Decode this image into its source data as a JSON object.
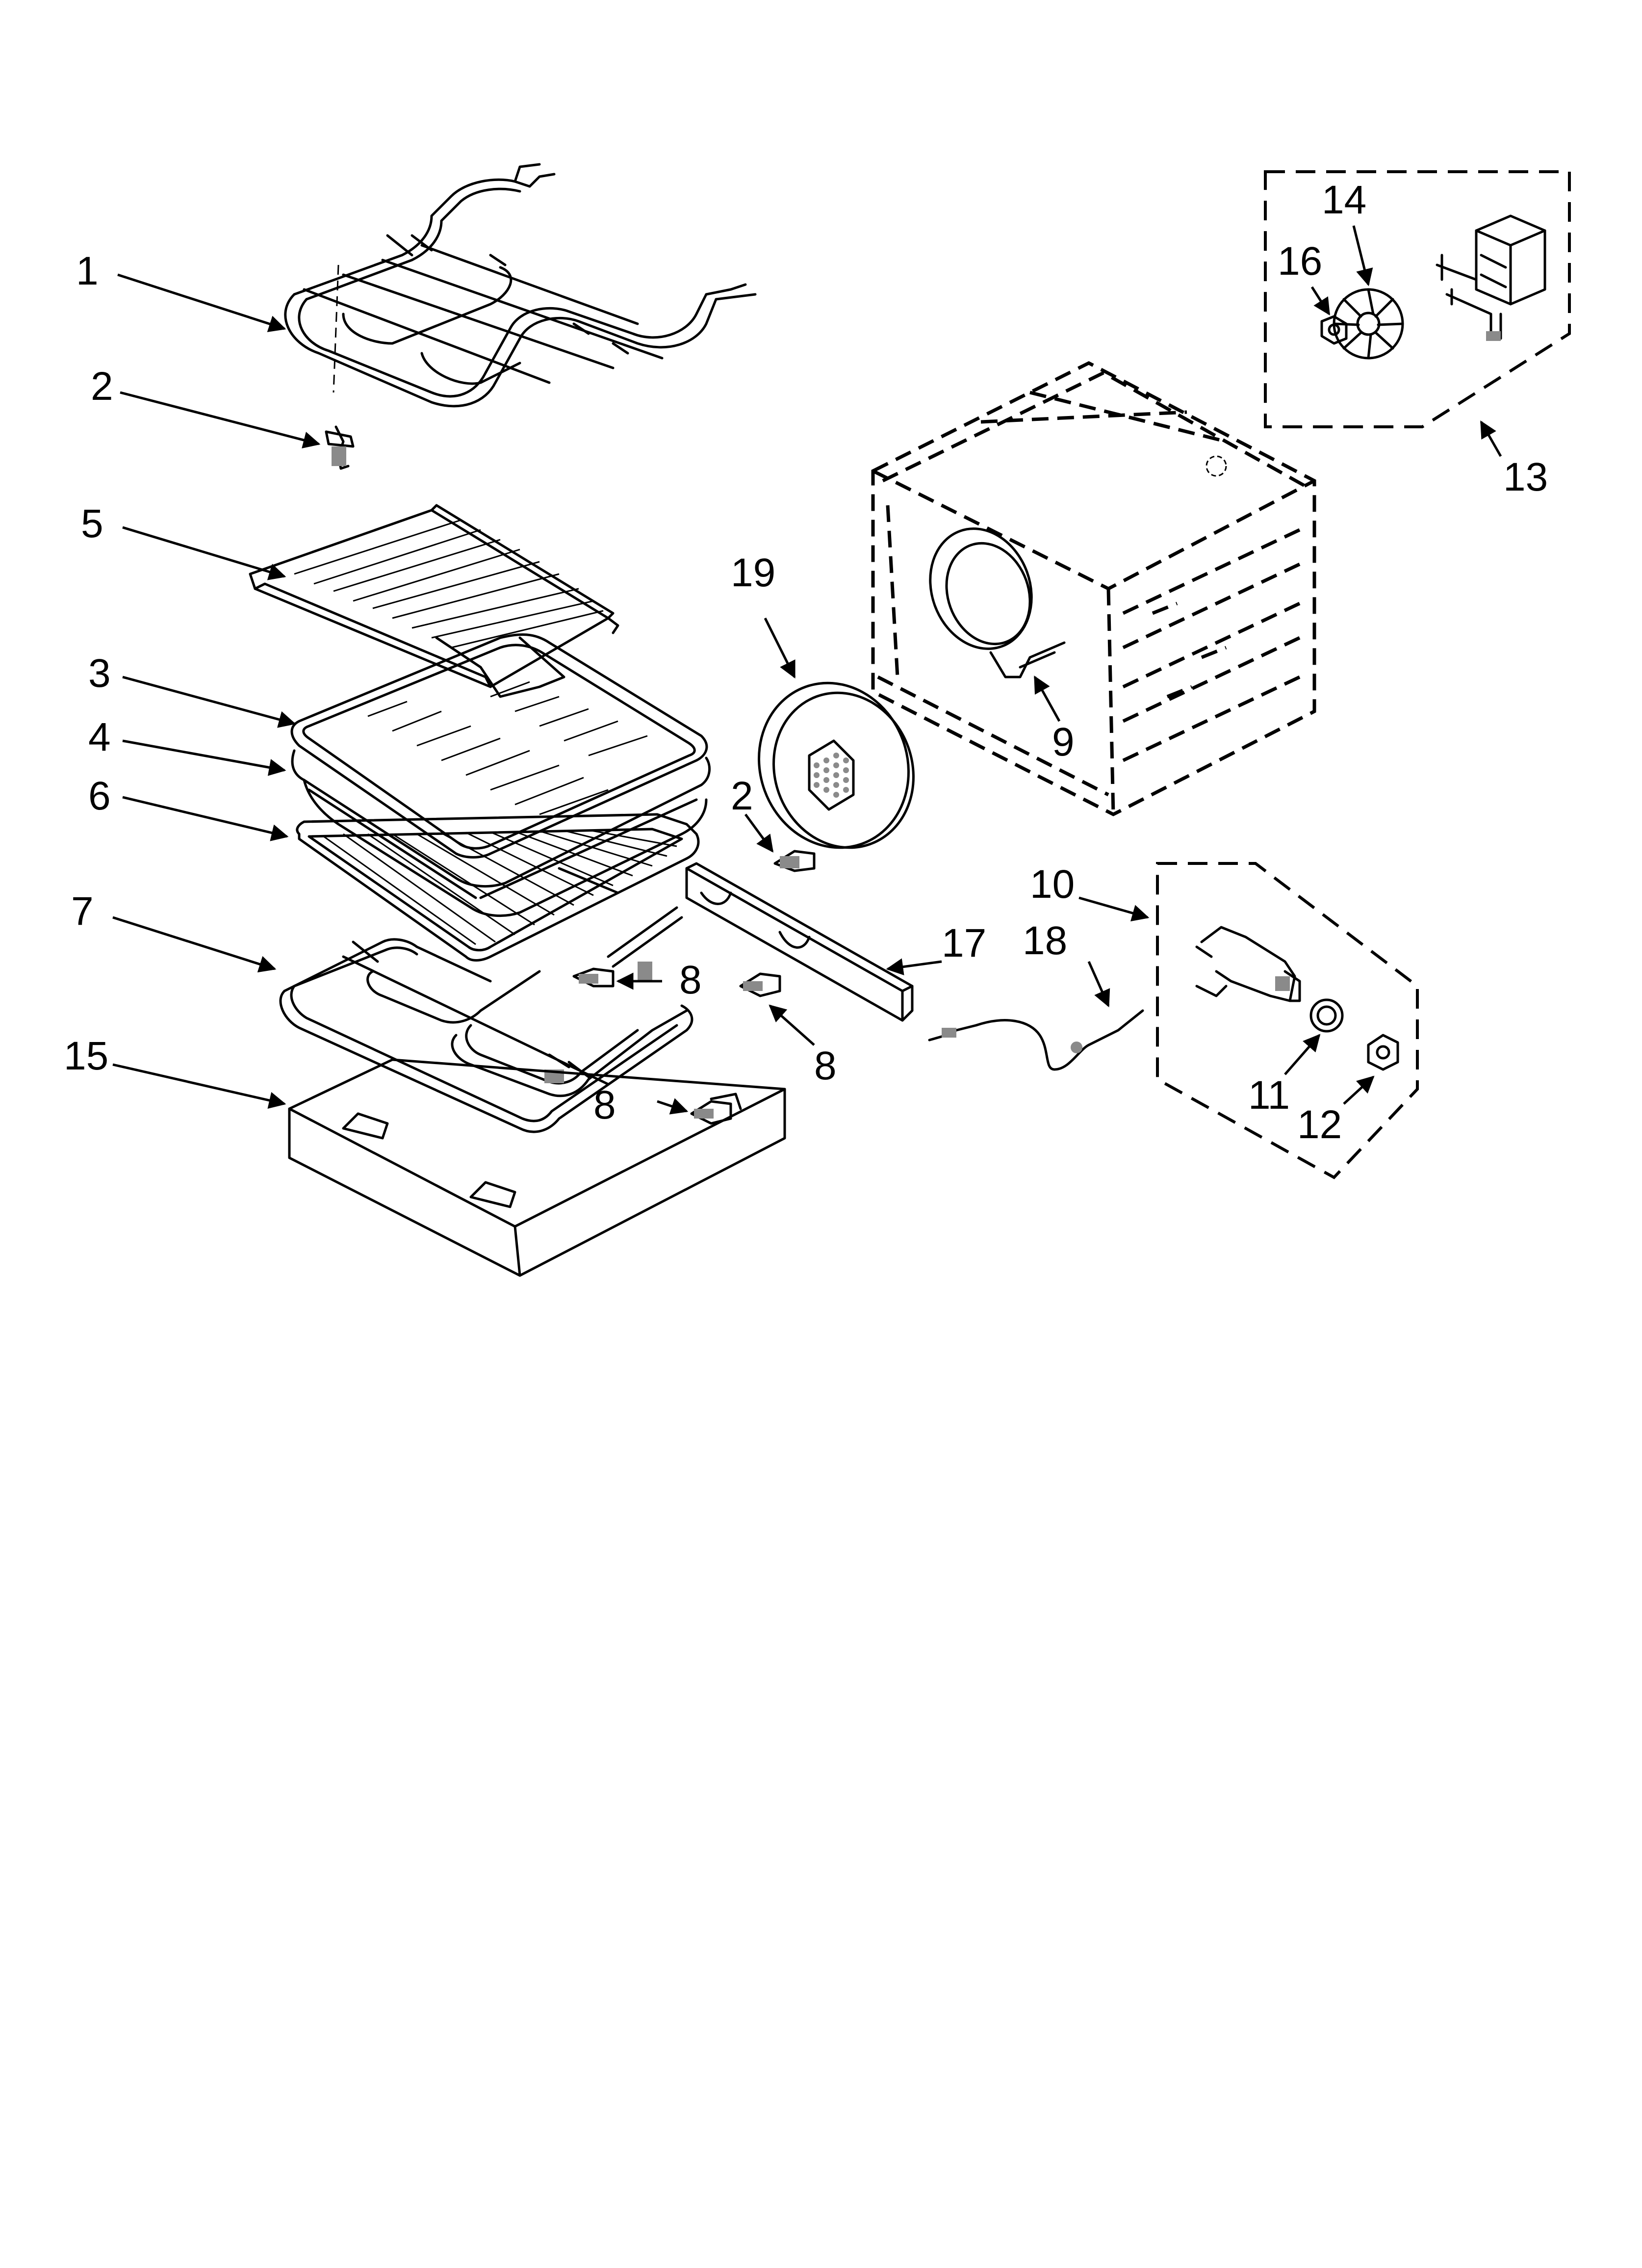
{
  "callouts": {
    "c1": "1",
    "c2a": "2",
    "c2b": "2",
    "c3": "3",
    "c4": "4",
    "c5": "5",
    "c6": "6",
    "c7": "7",
    "c8a": "8",
    "c8b": "8",
    "c8c": "8",
    "c9": "9",
    "c10": "10",
    "c11": "11",
    "c12": "12",
    "c13": "13",
    "c14": "14",
    "c15": "15",
    "c16": "16",
    "c17": "17",
    "c18": "18",
    "c19": "19"
  }
}
